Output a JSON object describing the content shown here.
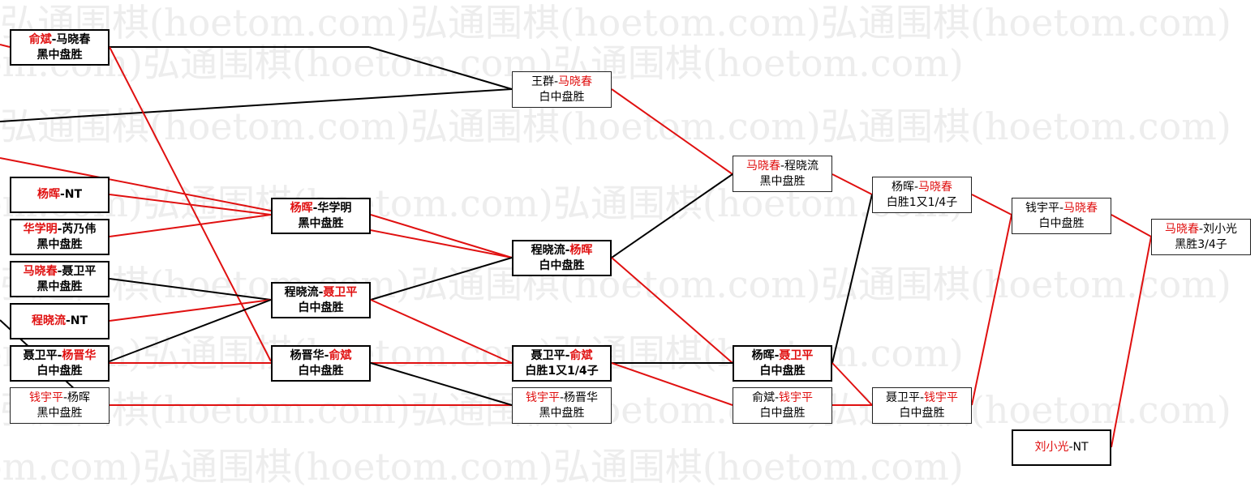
{
  "watermark": "弘通围棋(hoetom.com)",
  "colors": {
    "winner": "#e01010",
    "line_red": "#e01010",
    "line_black": "#000000"
  },
  "matches": [
    {
      "id": "m1",
      "p1": "俞斌",
      "p2": "马晓春",
      "winner": 1,
      "result": "黑中盘胜"
    },
    {
      "id": "m2",
      "p1": "杨晖",
      "p2": "NT",
      "winner": 1,
      "result": ""
    },
    {
      "id": "m3",
      "p1": "华学明",
      "p2": "芮乃伟",
      "winner": 1,
      "result": "黑中盘胜"
    },
    {
      "id": "m4",
      "p1": "马晓春",
      "p2": "聂卫平",
      "winner": 1,
      "result": "黑中盘胜"
    },
    {
      "id": "m5",
      "p1": "程晓流",
      "p2": "NT",
      "winner": 1,
      "result": ""
    },
    {
      "id": "m6",
      "p1": "聂卫平",
      "p2": "杨晋华",
      "winner": 2,
      "result": "白中盘胜"
    },
    {
      "id": "m7",
      "p1": "钱宇平",
      "p2": "杨晖",
      "winner": 1,
      "result": "黑中盘胜"
    },
    {
      "id": "m8",
      "p1": "杨晖",
      "p2": "华学明",
      "winner": 1,
      "result": "黑中盘胜"
    },
    {
      "id": "m9",
      "p1": "程晓流",
      "p2": "聂卫平",
      "winner": 2,
      "result": "白中盘胜"
    },
    {
      "id": "m10",
      "p1": "杨晋华",
      "p2": "俞斌",
      "winner": 2,
      "result": "白中盘胜"
    },
    {
      "id": "m11",
      "p1": "王群",
      "p2": "马晓春",
      "winner": 2,
      "result": "白中盘胜"
    },
    {
      "id": "m12",
      "p1": "程晓流",
      "p2": "杨晖",
      "winner": 2,
      "result": "白中盘胜"
    },
    {
      "id": "m13",
      "p1": "聂卫平",
      "p2": "俞斌",
      "winner": 2,
      "result": "白胜1又1/4子"
    },
    {
      "id": "m14",
      "p1": "钱宇平",
      "p2": "杨晋华",
      "winner": 1,
      "result": "黑中盘胜"
    },
    {
      "id": "m15",
      "p1": "马晓春",
      "p2": "程晓流",
      "winner": 1,
      "result": "黑中盘胜"
    },
    {
      "id": "m16",
      "p1": "杨晖",
      "p2": "聂卫平",
      "winner": 2,
      "result": "白中盘胜"
    },
    {
      "id": "m17",
      "p1": "俞斌",
      "p2": "钱宇平",
      "winner": 2,
      "result": "白中盘胜"
    },
    {
      "id": "m18",
      "p1": "杨晖",
      "p2": "马晓春",
      "winner": 2,
      "result": "白胜1又1/4子"
    },
    {
      "id": "m19",
      "p1": "聂卫平",
      "p2": "钱宇平",
      "winner": 2,
      "result": "白中盘胜"
    },
    {
      "id": "m20",
      "p1": "钱宇平",
      "p2": "马晓春",
      "winner": 2,
      "result": "白中盘胜"
    },
    {
      "id": "m21",
      "p1": "刘小光",
      "p2": "NT",
      "winner": 1,
      "result": ""
    },
    {
      "id": "m22",
      "p1": "马晓春",
      "p2": "刘小光",
      "winner": 1,
      "result": "黑胜3/4子"
    }
  ]
}
